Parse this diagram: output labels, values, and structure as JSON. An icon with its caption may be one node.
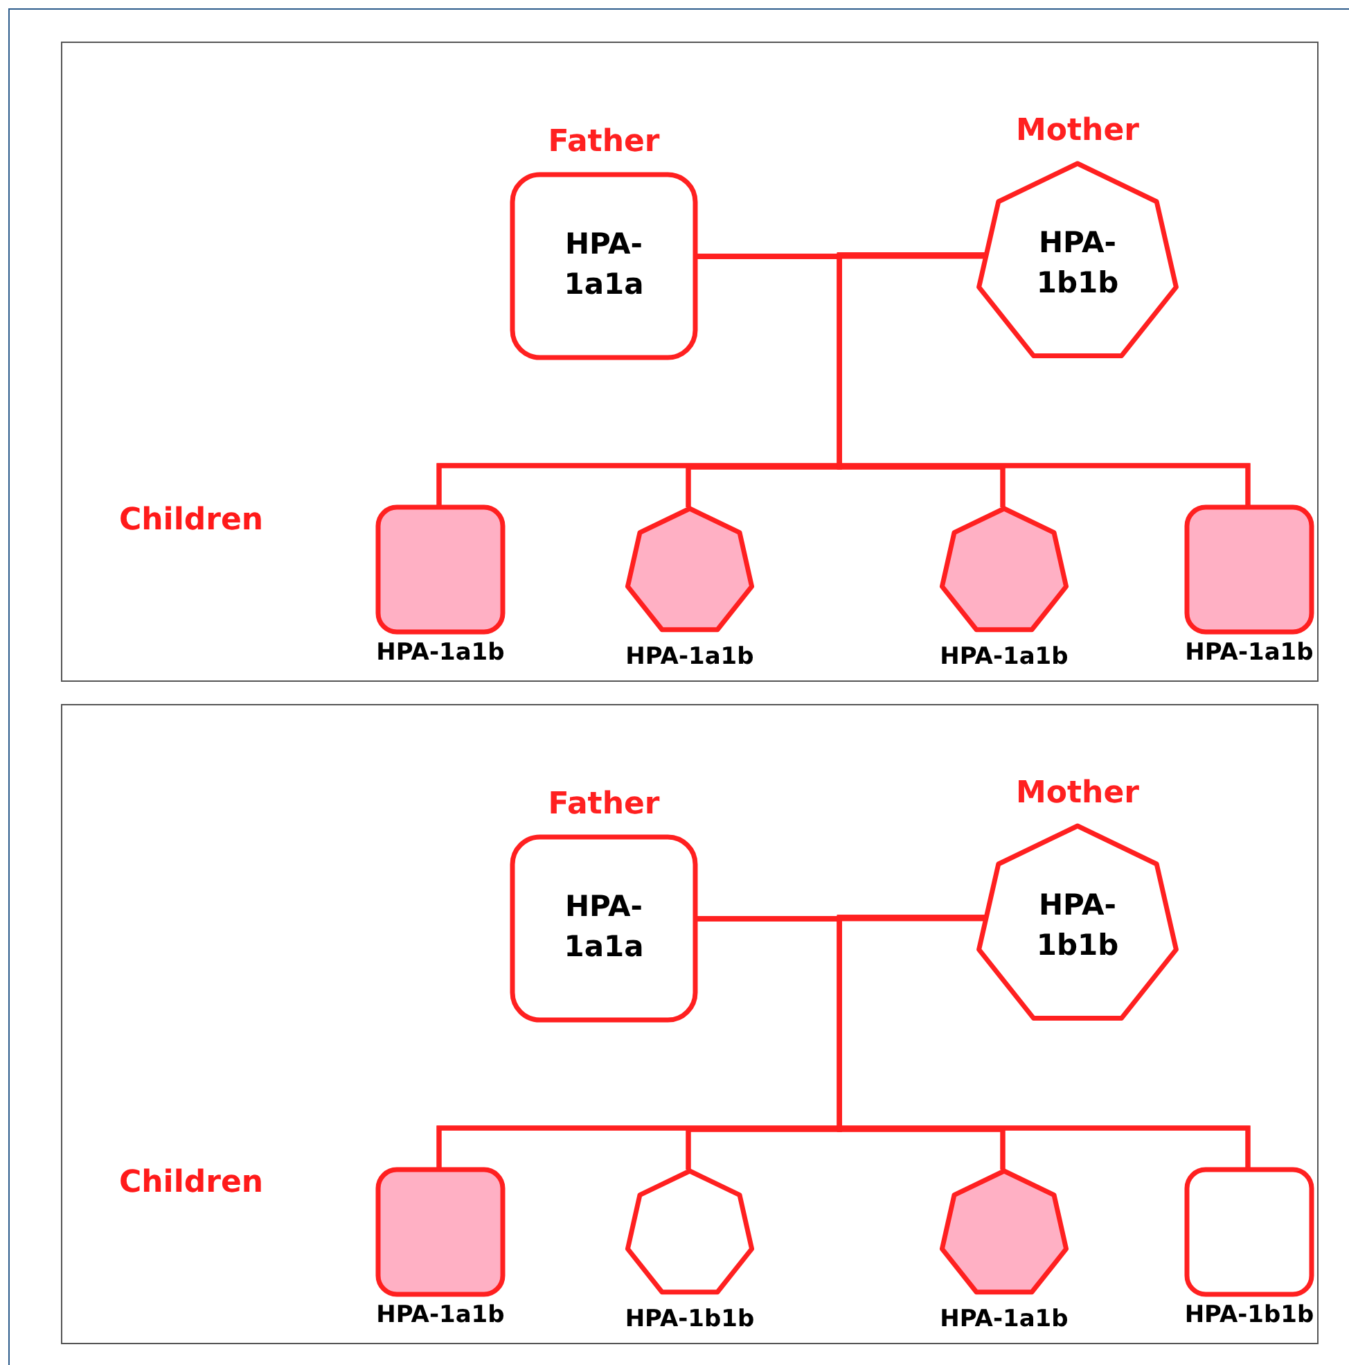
{
  "diagram": {
    "nodes": [
      {
        "text": [],
        "shape": "box"
      },
      {
        "text": [
          "Father",
          "HPA- 1a1a"
        ],
        "in": 0
      },
      {
        "text": [
          "Mother",
          "HPA- 1b1b"
        ],
        "in": 0
      },
      {
        "text": [
          "HPA-1a1b"
        ],
        "in": 0
      },
      {
        "text": [
          "HPA-1a1b"
        ],
        "in": 0
      },
      {
        "text": [
          "HPA-1a1b"
        ],
        "in": 0
      },
      {
        "text": [
          "HPA-1a1b"
        ],
        "in": 0
      },
      {
        "text": [],
        "shape": "box"
      },
      {
        "text": [
          "Father",
          "HPA- 1a1a"
        ],
        "in": 7
      },
      {
        "text": [
          "Mother",
          "HPA- 1b1b"
        ],
        "in": 7
      },
      {
        "text": [
          "HPA-1a1b"
        ],
        "in": 7
      },
      {
        "text": [
          "HPA-1b1b"
        ],
        "in": 7
      },
      {
        "text": [
          "HPA-1a1b"
        ],
        "in": 7
      },
      {
        "text": [
          "HPA-1b1b"
        ],
        "in": 7
      }
    ],
    "edges": [
      {
        "from": 1,
        "to": 2,
        "arrow": "none"
      },
      {
        "from": 1,
        "to": 3,
        "arrow": "none"
      },
      {
        "from": 1,
        "to": 4,
        "arrow": "none"
      },
      {
        "from": 1,
        "to": 5,
        "arrow": "none"
      },
      {
        "from": 1,
        "to": 6,
        "arrow": "none"
      },
      {
        "from": 2,
        "to": 3,
        "arrow": "none"
      },
      {
        "from": 2,
        "to": 4,
        "arrow": "none"
      },
      {
        "from": 2,
        "to": 5,
        "arrow": "none"
      },
      {
        "from": 2,
        "to": 6,
        "arrow": "none"
      },
      {
        "from": 8,
        "to": 9,
        "arrow": "none"
      },
      {
        "from": 8,
        "to": 10,
        "arrow": "none"
      },
      {
        "from": 8,
        "to": 11,
        "arrow": "none"
      },
      {
        "from": 8,
        "to": 12,
        "arrow": "none"
      },
      {
        "from": 8,
        "to": 13,
        "arrow": "none"
      },
      {
        "from": 9,
        "to": 10,
        "arrow": "none"
      },
      {
        "from": 9,
        "to": 11,
        "arrow": "none"
      },
      {
        "from": 9,
        "to": 12,
        "arrow": "none"
      },
      {
        "from": 9,
        "to": 13,
        "arrow": "none"
      }
    ],
    "labels": [
      "Children",
      "Children"
    ]
  }
}
